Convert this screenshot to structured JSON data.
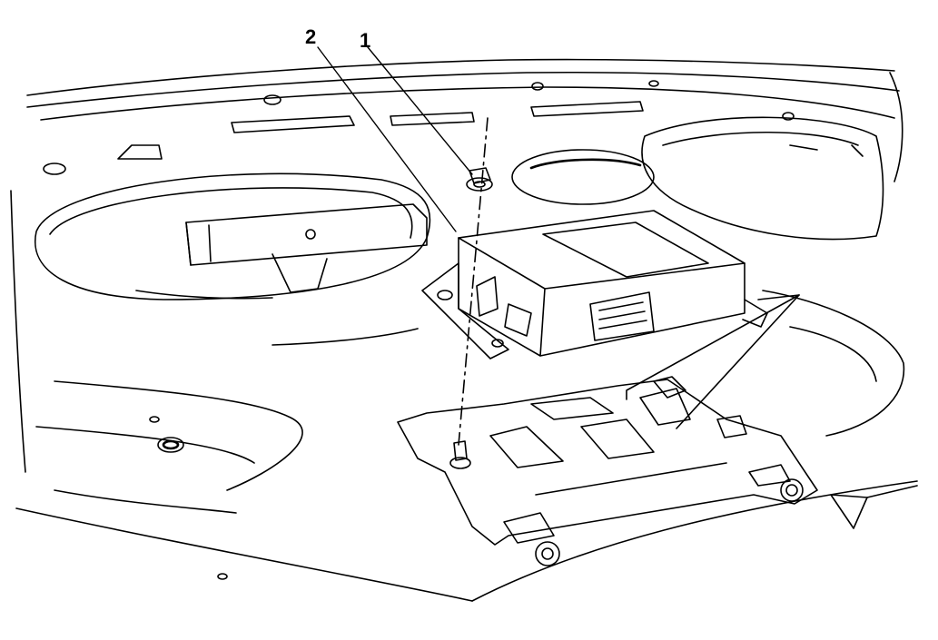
{
  "callouts": [
    {
      "id": "1",
      "label": "1"
    },
    {
      "id": "2",
      "label": "2"
    }
  ],
  "colors": {
    "line": "#000000",
    "paper": "#ffffff"
  }
}
